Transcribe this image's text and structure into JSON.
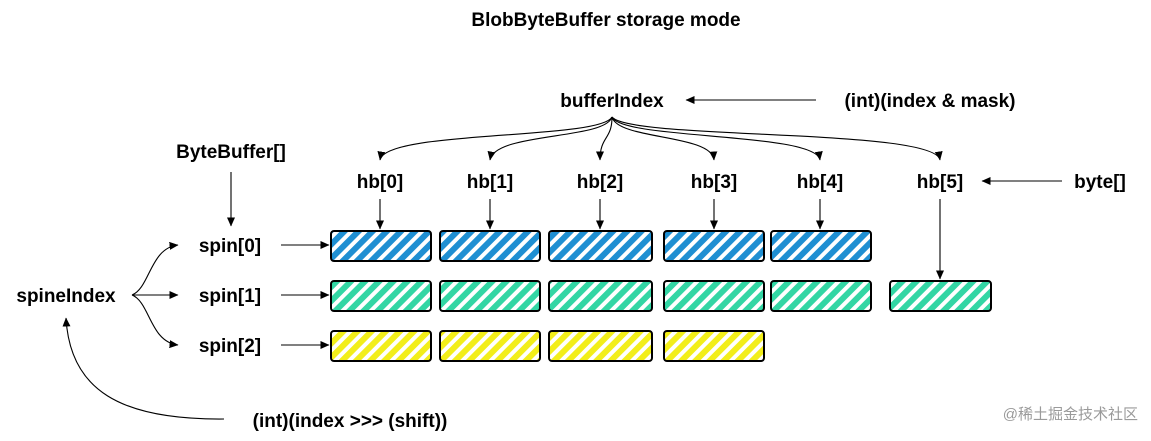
{
  "title": "BlobByteBuffer storage mode",
  "labels": {
    "buffer_index": "bufferIndex",
    "buffer_index_formula": "(int)(index & mask)",
    "byte_buffer_array": "ByteBuffer[]",
    "byte_array": "byte[]",
    "spine_index": "spineIndex",
    "spine_index_formula": "(int)(index >>> (shift))"
  },
  "hb_labels": [
    "hb[0]",
    "hb[1]",
    "hb[2]",
    "hb[3]",
    "hb[4]",
    "hb[5]"
  ],
  "spines": [
    {
      "label": "spin[0]",
      "color": "#1f8fd2",
      "stripe": "#ffffff",
      "blocks": 5
    },
    {
      "label": "spin[1]",
      "color": "#33d6a4",
      "stripe": "#ffffff",
      "blocks": 6
    },
    {
      "label": "spin[2]",
      "color": "#f2ee1a",
      "stripe": "#ffffff",
      "blocks": 4
    }
  ],
  "watermark": "@稀土掘金技术社区"
}
